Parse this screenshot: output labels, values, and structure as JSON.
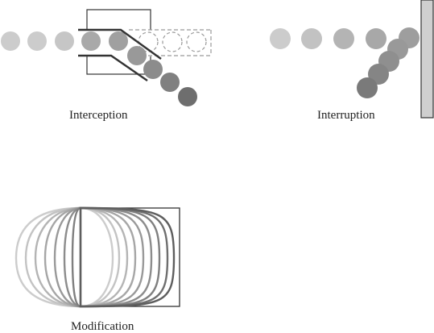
{
  "panels": {
    "interception": {
      "caption": "Interception"
    },
    "interruption": {
      "caption": "Interruption"
    },
    "modification": {
      "caption": "Modification"
    }
  },
  "colors": {
    "ball_light": "#cccccc",
    "ball_mid": "#a6a6a6",
    "ball_dark": "#7f7f7f",
    "ball_darkest": "#6e6e6e",
    "line": "#333333",
    "dashed": "#999999",
    "wall_fill": "#cfcfcf"
  }
}
